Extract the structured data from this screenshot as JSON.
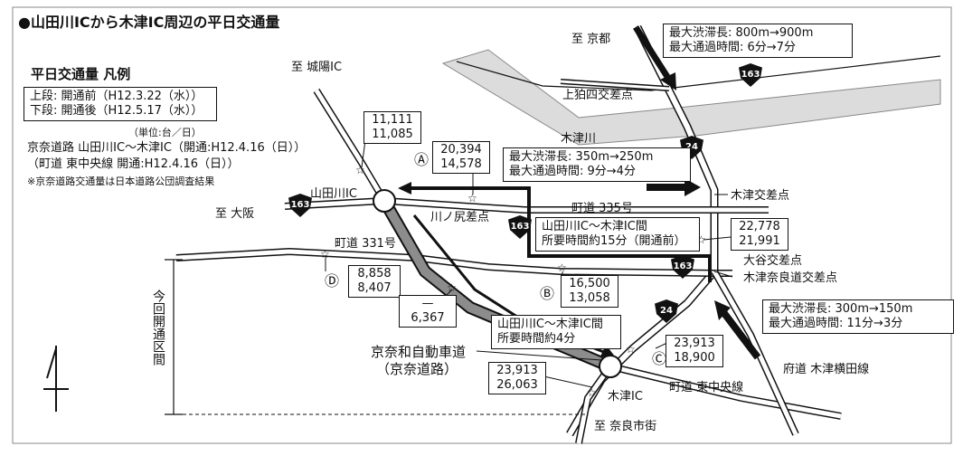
{
  "title": "●山田川ICから木津IC周辺の平日交通量",
  "legend": {
    "heading": "平日交通量 凡例",
    "upper": "上段: 開通前（H12.3.22（水））",
    "lower": "下段: 開通後（H12.5.17（水））",
    "unit": "（単位:台／日）",
    "note1": "京奈道路 山田川IC〜木津IC（開通:H12.4.16（日））",
    "note2": "（町道 東中央線 開通:H12.4.16（日））",
    "note3": "※京奈道路交通量は日本道路公団調査結果"
  },
  "places": {
    "to_kyoto": "至 京都",
    "to_joyo": "至 城陽IC",
    "to_osaka": "至 大阪",
    "to_nara": "至 奈良市街",
    "kamikomori": "上狛四交差点",
    "kizu_river": "木津川",
    "yamadagawa_ic": "山田川IC",
    "kawanoshiri": "川ノ尻差点",
    "kizu_intersection": "木津交差点",
    "oya_intersection": "大谷交差点",
    "kizu_nara_intersection": "木津奈良道交差点",
    "kizu_ic": "木津IC",
    "expressway_line1": "京奈和自動車道",
    "expressway_line2": "（京奈道路）",
    "higashi_chuo": "町道 東中央線",
    "route335": "町道 335号",
    "route331": "町道 331号",
    "kizu_yokota": "府道 木津横田線",
    "opened_section": "今回開通区間"
  },
  "routes": {
    "r163": "163",
    "r24": "24"
  },
  "markers": {
    "A": "Ⓐ",
    "B": "Ⓑ",
    "C": "Ⓒ",
    "D": "Ⓓ"
  },
  "counts": {
    "c1": {
      "before": "11,111",
      "after": "11,085"
    },
    "c2": {
      "before": "20,394",
      "after": "14,578"
    },
    "c3": {
      "before": "22,778",
      "after": "21,991"
    },
    "c4": {
      "before": "8,858",
      "after": "8,407"
    },
    "c5": {
      "before": "16,500",
      "after": "13,058"
    },
    "c6": {
      "before": "—",
      "after": "6,367"
    },
    "c7": {
      "before": "23,913",
      "after": "18,900"
    },
    "c8": {
      "before": "23,913",
      "after": "26,063"
    }
  },
  "info": {
    "north_jam": "最大渋滞長: 800m→900m",
    "north_time": "最大通過時間: 6分→7分",
    "mid_jam": "最大渋滞長: 350m→250m",
    "mid_time": "最大通過時間: 9分→4分",
    "south_jam": "最大渋滞長: 300m→150m",
    "south_time": "最大通過時間: 11分→3分",
    "before_line1": "山田川IC〜木津IC間",
    "before_line2": "所要時間約15分（開通前）",
    "after_line1": "山田川IC〜木津IC間",
    "after_line2": "所要時間約4分"
  }
}
